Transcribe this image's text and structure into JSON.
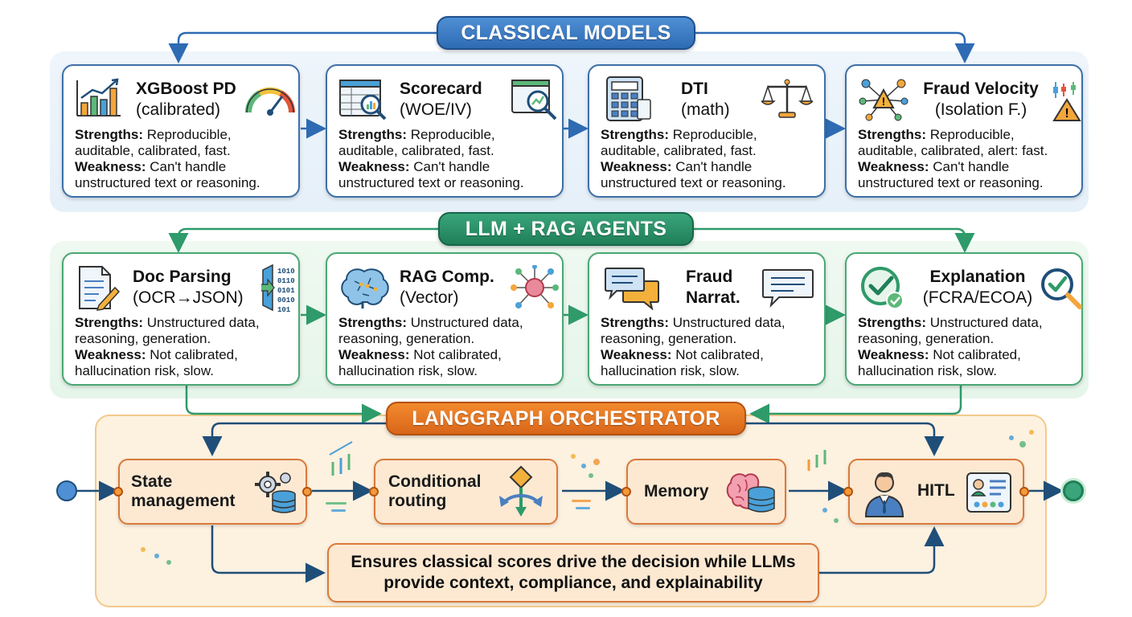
{
  "sections": {
    "classical": "CLASSICAL MODELS",
    "llm": "LLM + RAG AGENTS",
    "orchestrator": "LANGGRAPH ORCHESTRATOR"
  },
  "classical_cards": [
    {
      "title": "XGBoost PD",
      "subtitle": "(calibrated)",
      "strengths_label": "Strengths:",
      "strengths": "Reproducible, auditable, calibrated, fast.",
      "weakness_label": "Weakness:",
      "weakness": "Can't handle unstructured text or reasoning."
    },
    {
      "title": "Scorecard",
      "subtitle": "(WOE/IV)",
      "strengths_label": "Strengths:",
      "strengths": "Reproducible, auditable, calibrated, fast.",
      "weakness_label": "Weakness:",
      "weakness": "Can't handle unstructured text or reasoning."
    },
    {
      "title": "DTI",
      "subtitle": "(math)",
      "strengths_label": "Strengths:",
      "strengths": "Reproducible, auditable, calibrated, fast.",
      "weakness_label": "Weakness:",
      "weakness": "Can't handle unstructured text or reasoning."
    },
    {
      "title": "Fraud Velocity",
      "subtitle": "(Isolation F.)",
      "strengths_label": "Strengths:",
      "strengths": "Reproducible, auditable, calibrated, alert: fast.",
      "weakness_label": "Weakness:",
      "weakness": "Can't handle unstructured text or reasoning."
    }
  ],
  "llm_cards": [
    {
      "title": "Doc Parsing",
      "subtitle": "(OCR→JSON)",
      "strengths_label": "Strengths:",
      "strengths": "Unstructured data, reasoning, generation.",
      "weakness_label": "Weakness:",
      "weakness": "Not calibrated, hallucination risk, slow."
    },
    {
      "title": "RAG Comp.",
      "subtitle": "(Vector)",
      "strengths_label": "Strengths:",
      "strengths": "Unstructured data, reasoning, generation.",
      "weakness_label": "Weakness:",
      "weakness": "Not calibrated, hallucination risk, slow."
    },
    {
      "title": "Fraud",
      "subtitle": "Narrat.",
      "strengths_label": "Strengths:",
      "strengths": "Unstructured data, reasoning, generation.",
      "weakness_label": "Weakness:",
      "weakness": "Not calibrated, hallucination risk, slow."
    },
    {
      "title": "Explanation",
      "subtitle": "(FCRA/ECOA)",
      "strengths_label": "Strengths:",
      "strengths": "Unstructured data, reasoning, generation.",
      "weakness_label": "Weakness:",
      "weakness": "Not calibrated, hallucination risk, slow."
    }
  ],
  "doc_binary": [
    "1010",
    "0110",
    "0101",
    "0010",
    "101"
  ],
  "nodes": [
    {
      "line1": "State",
      "line2": "management"
    },
    {
      "line1": "Conditional",
      "line2": "routing"
    },
    {
      "line1": "Memory",
      "line2": ""
    },
    {
      "line1": "HITL",
      "line2": ""
    }
  ],
  "note": {
    "line1": "Ensures classical scores drive the decision while LLMs",
    "line2": "provide context, compliance, and explainability"
  },
  "colors": {
    "classical_accent": "#2e6bb3",
    "llm_accent": "#1f7f58",
    "orchestrator_accent": "#d9661a",
    "start_node": "#4f8fd4",
    "end_node": "#3aa57a"
  },
  "icons": {
    "xgboost_pd": [
      "bar-chart-icon",
      "gauge-icon"
    ],
    "scorecard": [
      "spreadsheet-icon",
      "magnifier-chart-icon"
    ],
    "dti": [
      "calculator-icon",
      "balance-scale-icon"
    ],
    "fraud_velocity": [
      "network-warning-icon",
      "signal-warning-icon"
    ],
    "doc_parsing": [
      "document-pen-icon",
      "binary-data-icon"
    ],
    "rag_comp": [
      "brain-circuit-icon",
      "neural-node-icon"
    ],
    "fraud_narrat": [
      "chat-bubbles-icon",
      "chat-bubble-icon"
    ],
    "explanation": [
      "check-badge-icon",
      "check-magnifier-icon"
    ],
    "state_management": "gear-database-icon",
    "conditional_routing": "routing-arrows-icon",
    "memory": "brain-database-icon",
    "hitl": [
      "person-icon",
      "dashboard-icon"
    ]
  }
}
